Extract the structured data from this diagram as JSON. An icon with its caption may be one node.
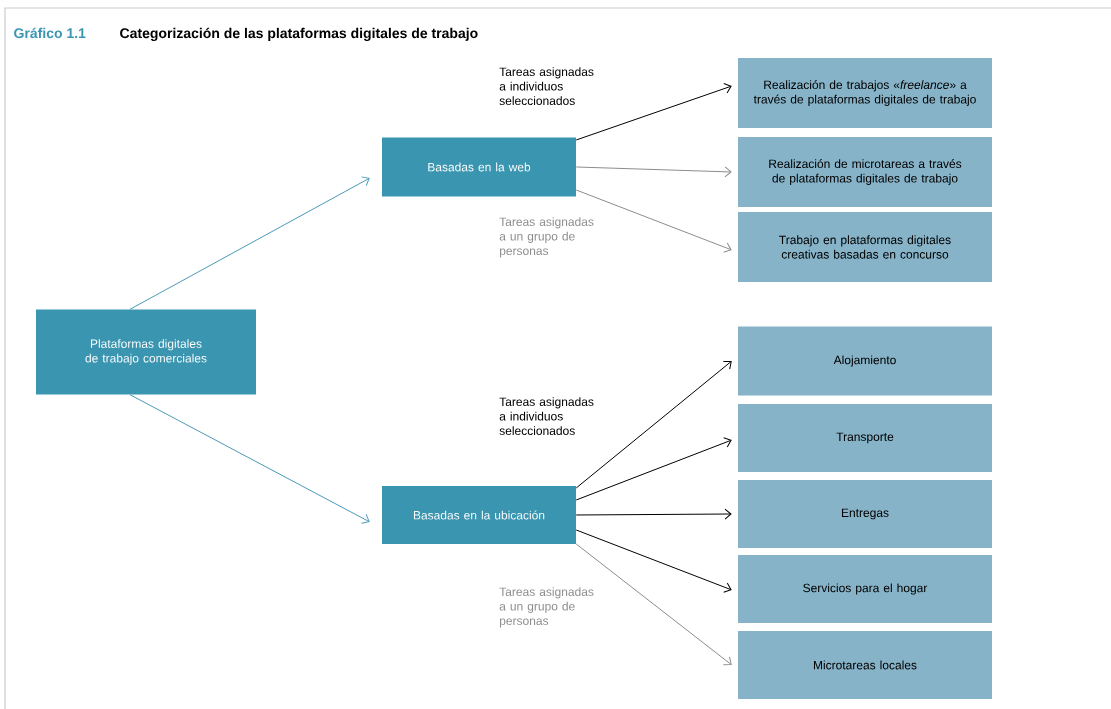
{
  "diagram": {
    "title": "Categorización de las plataformas digitales de trabajo",
    "labels": [
      "Gráfico 1.1"
    ],
    "nodes": [
      {
        "text": [
          "Plataformas digitales de trabajo comerciales"
        ]
      },
      {
        "text": [
          "Basadas en la web"
        ]
      },
      {
        "text": [
          "Realización de trabajos «*freelance*» a través de plataformas digitales de trabajo"
        ]
      },
      {
        "text": [
          "Realización de microtareas a través de plataformas digitales de trabajo"
        ]
      },
      {
        "text": [
          "Trabajo en plataformas digitales creativas basadas en concurso"
        ]
      },
      {
        "text": [
          "Basadas en la ubicación"
        ]
      },
      {
        "text": [
          "Alojamiento"
        ]
      },
      {
        "text": [
          "Transporte"
        ]
      },
      {
        "text": [
          "Entregas"
        ]
      },
      {
        "text": [
          "Servicios para el hogar"
        ]
      },
      {
        "text": [
          "Microtareas locales"
        ]
      }
    ],
    "edges": [
      {
        "from": 0,
        "to": 1,
        "arrow": "to",
        "color": "#4a9ab8"
      },
      {
        "from": 0,
        "to": 5,
        "arrow": "to",
        "color": "#4a9ab8"
      },
      {
        "from": 1,
        "to": 2,
        "arrow": "to",
        "label": "Tareas asignadas a individuos seleccionados"
      },
      {
        "from": 1,
        "to": 3,
        "arrow": "to",
        "color": "#8c8c8c"
      },
      {
        "from": 1,
        "to": 4,
        "arrow": "to",
        "color": "#8c8c8c",
        "label": "Tareas asignadas a un grupo de personas"
      },
      {
        "from": 5,
        "to": 6,
        "arrow": "to",
        "label": "Tareas asignadas a individuos seleccionados"
      },
      {
        "from": 5,
        "to": 7,
        "arrow": "to"
      },
      {
        "from": 5,
        "to": 8,
        "arrow": "to"
      },
      {
        "from": 5,
        "to": 9,
        "arrow": "to"
      },
      {
        "from": 5,
        "to": 10,
        "arrow": "to",
        "color": "#8c8c8c",
        "label": "Tareas asignadas a un grupo de personas"
      }
    ]
  }
}
